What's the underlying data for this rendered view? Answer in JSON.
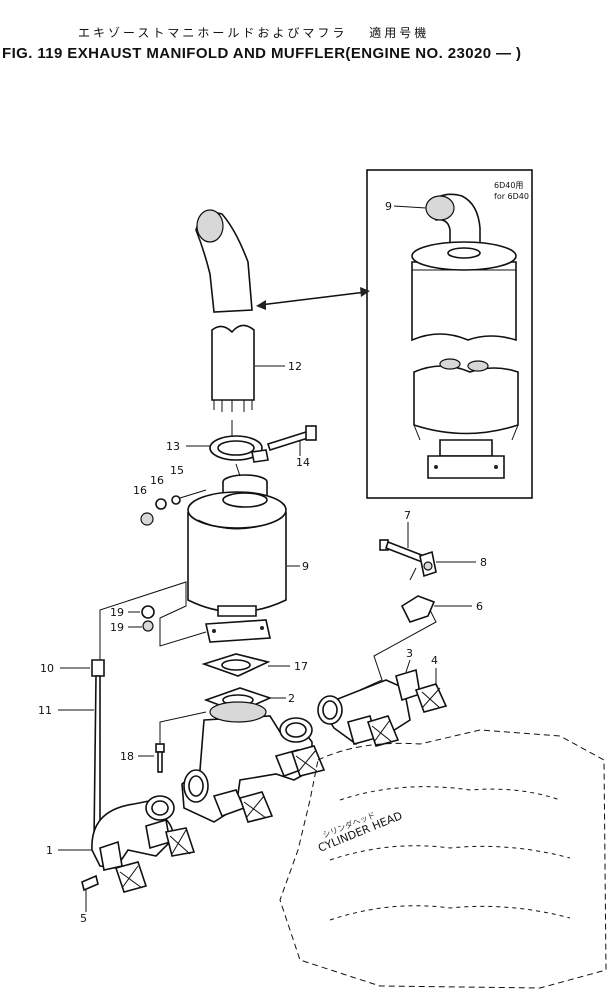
{
  "header": {
    "jp_title": "エキゾーストマニホールドおよびマフラ　 適用号機",
    "fig_title": "FIG. 119  EXHAUST MANIFOLD AND MUFFLER(ENGINE NO. 23020 —  )"
  },
  "inset": {
    "note_jp": "6D40用",
    "note_en": "for 6D40"
  },
  "cylinder_head": {
    "label_jp": "シリンダヘッド",
    "label_en": "CYLINDER HEAD"
  },
  "callouts": {
    "c1": "1",
    "c2": "2",
    "c3": "3",
    "c4": "4",
    "c5": "5",
    "c6": "6",
    "c7": "7",
    "c8": "8",
    "c9": "9",
    "c9_inset": "9",
    "c10": "10",
    "c11": "11",
    "c12": "12",
    "c13": "13",
    "c14": "14",
    "c15": "15",
    "c16a": "16",
    "c16b": "16",
    "c17": "17",
    "c18": "18",
    "c19a": "19",
    "c19b": "19"
  }
}
